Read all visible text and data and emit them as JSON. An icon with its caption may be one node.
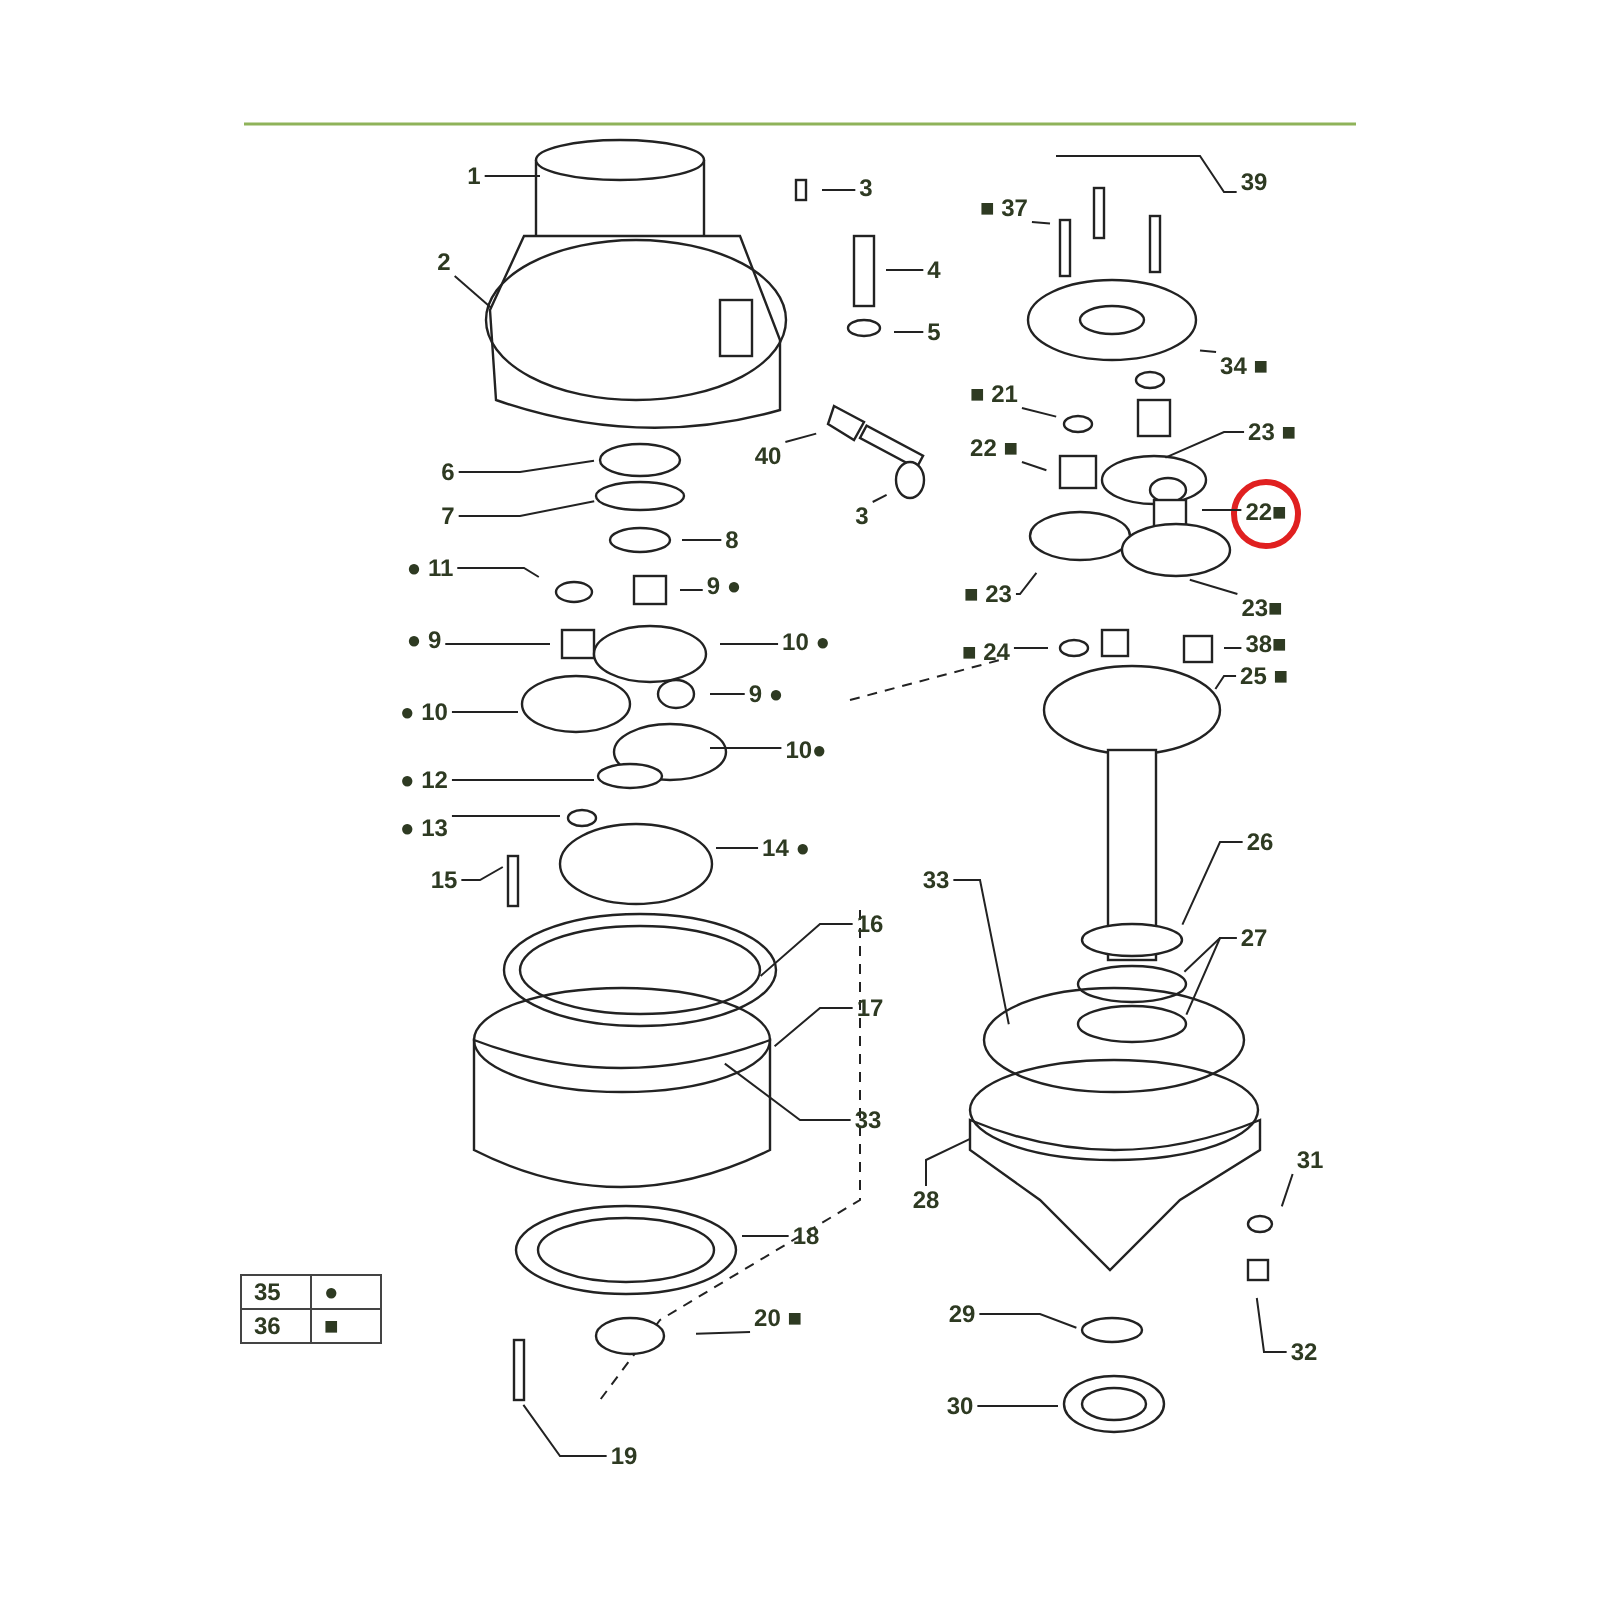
{
  "diagram": {
    "nodes": [
      {
        "text": [
          "1"
        ]
      },
      {
        "text": [
          "3"
        ]
      },
      {
        "text": [
          "2"
        ]
      },
      {
        "text": [
          "4"
        ]
      },
      {
        "text": [
          "5"
        ]
      },
      {
        "text": [
          "■ 37"
        ]
      },
      {
        "text": [
          "39"
        ]
      },
      {
        "text": [
          "34 ■"
        ]
      },
      {
        "text": [
          "■ 21"
        ]
      },
      {
        "text": [
          "22 ■"
        ]
      },
      {
        "text": [
          "23 ■"
        ]
      },
      {
        "text": [
          "22■"
        ]
      },
      {
        "text": [
          "40"
        ]
      },
      {
        "text": [
          "6"
        ]
      },
      {
        "text": [
          "7"
        ]
      },
      {
        "text": [
          "3"
        ]
      },
      {
        "text": [
          "8"
        ]
      },
      {
        "text": [
          "● 11"
        ]
      },
      {
        "text": [
          "9 ●"
        ]
      },
      {
        "text": [
          "● 9"
        ]
      },
      {
        "text": [
          "10 ●"
        ]
      },
      {
        "text": [
          "■ 23"
        ]
      },
      {
        "text": [
          "23■"
        ]
      },
      {
        "text": [
          "■ 24"
        ]
      },
      {
        "text": [
          "38■"
        ]
      },
      {
        "text": [
          "25 ■"
        ]
      },
      {
        "text": [
          "9 ●"
        ]
      },
      {
        "text": [
          "● 10"
        ]
      },
      {
        "text": [
          "● 12"
        ]
      },
      {
        "text": [
          "10●"
        ]
      },
      {
        "text": [
          "● 13"
        ]
      },
      {
        "text": [
          "14 ●"
        ]
      },
      {
        "text": [
          "26"
        ]
      },
      {
        "text": [
          "15"
        ]
      },
      {
        "text": [
          "33"
        ]
      },
      {
        "text": [
          "16"
        ]
      },
      {
        "text": [
          "27"
        ]
      },
      {
        "text": [
          "17"
        ]
      },
      {
        "text": [
          "33"
        ]
      },
      {
        "text": [
          "31"
        ]
      },
      {
        "text": [
          "28"
        ]
      },
      {
        "text": [
          "18"
        ]
      },
      {
        "text": [
          "20 ■"
        ]
      },
      {
        "text": [
          "29"
        ]
      },
      {
        "text": [
          "32"
        ]
      },
      {
        "text": [
          "30"
        ]
      },
      {
        "text": [
          "19"
        ]
      }
    ],
    "edges": [
      {
        "from": 0,
        "to": null,
        "arrow": "none"
      },
      {
        "from": 1,
        "to": null,
        "arrow": "none"
      },
      {
        "from": 2,
        "to": null,
        "arrow": "none"
      },
      {
        "from": 3,
        "to": null,
        "arrow": "none"
      },
      {
        "from": 4,
        "to": null,
        "arrow": "none"
      },
      {
        "from": 5,
        "to": null,
        "arrow": "none"
      },
      {
        "from": 6,
        "to": null,
        "arrow": "none"
      },
      {
        "from": 7,
        "to": null,
        "arrow": "none"
      },
      {
        "from": 8,
        "to": null,
        "arrow": "none"
      },
      {
        "from": 9,
        "to": null,
        "arrow": "none"
      },
      {
        "from": 10,
        "to": null,
        "arrow": "none"
      },
      {
        "from": 11,
        "to": null,
        "arrow": "none"
      },
      {
        "from": 12,
        "to": null,
        "arrow": "none"
      },
      {
        "from": 13,
        "to": null,
        "arrow": "none"
      },
      {
        "from": 14,
        "to": null,
        "arrow": "none"
      },
      {
        "from": 15,
        "to": null,
        "arrow": "none"
      },
      {
        "from": 16,
        "to": null,
        "arrow": "none"
      },
      {
        "from": 17,
        "to": null,
        "arrow": "none"
      },
      {
        "from": 18,
        "to": null,
        "arrow": "none"
      },
      {
        "from": 19,
        "to": null,
        "arrow": "none"
      },
      {
        "from": 20,
        "to": null,
        "arrow": "none"
      },
      {
        "from": 21,
        "to": null,
        "arrow": "none"
      },
      {
        "from": 22,
        "to": null,
        "arrow": "none"
      },
      {
        "from": 23,
        "to": null,
        "arrow": "none"
      },
      {
        "from": 24,
        "to": null,
        "arrow": "none"
      },
      {
        "from": 25,
        "to": null,
        "arrow": "none"
      },
      {
        "from": 26,
        "to": null,
        "arrow": "none"
      },
      {
        "from": 27,
        "to": null,
        "arrow": "none"
      },
      {
        "from": 28,
        "to": null,
        "arrow": "none"
      },
      {
        "from": 29,
        "to": null,
        "arrow": "none"
      },
      {
        "from": 30,
        "to": null,
        "arrow": "none"
      },
      {
        "from": 31,
        "to": null,
        "arrow": "none"
      },
      {
        "from": 32,
        "to": null,
        "arrow": "none"
      },
      {
        "from": 33,
        "to": null,
        "arrow": "none"
      },
      {
        "from": 34,
        "to": null,
        "arrow": "none"
      },
      {
        "from": 35,
        "to": null,
        "arrow": "none"
      },
      {
        "from": 36,
        "to": null,
        "arrow": "none"
      },
      {
        "from": 36,
        "to": null,
        "arrow": "none"
      },
      {
        "from": 37,
        "to": null,
        "arrow": "none"
      },
      {
        "from": 38,
        "to": null,
        "arrow": "none"
      },
      {
        "from": 39,
        "to": null,
        "arrow": "none"
      },
      {
        "from": 40,
        "to": null,
        "arrow": "none"
      },
      {
        "from": 41,
        "to": null,
        "arrow": "none"
      },
      {
        "from": 42,
        "to": null,
        "arrow": "none"
      },
      {
        "from": 43,
        "to": null,
        "arrow": "none"
      },
      {
        "from": 44,
        "to": null,
        "arrow": "none"
      },
      {
        "from": 45,
        "to": null,
        "arrow": "none"
      },
      {
        "from": 46,
        "to": null,
        "arrow": "none"
      }
    ],
    "labels": [
      "35",
      "●",
      "36",
      "■"
    ]
  }
}
